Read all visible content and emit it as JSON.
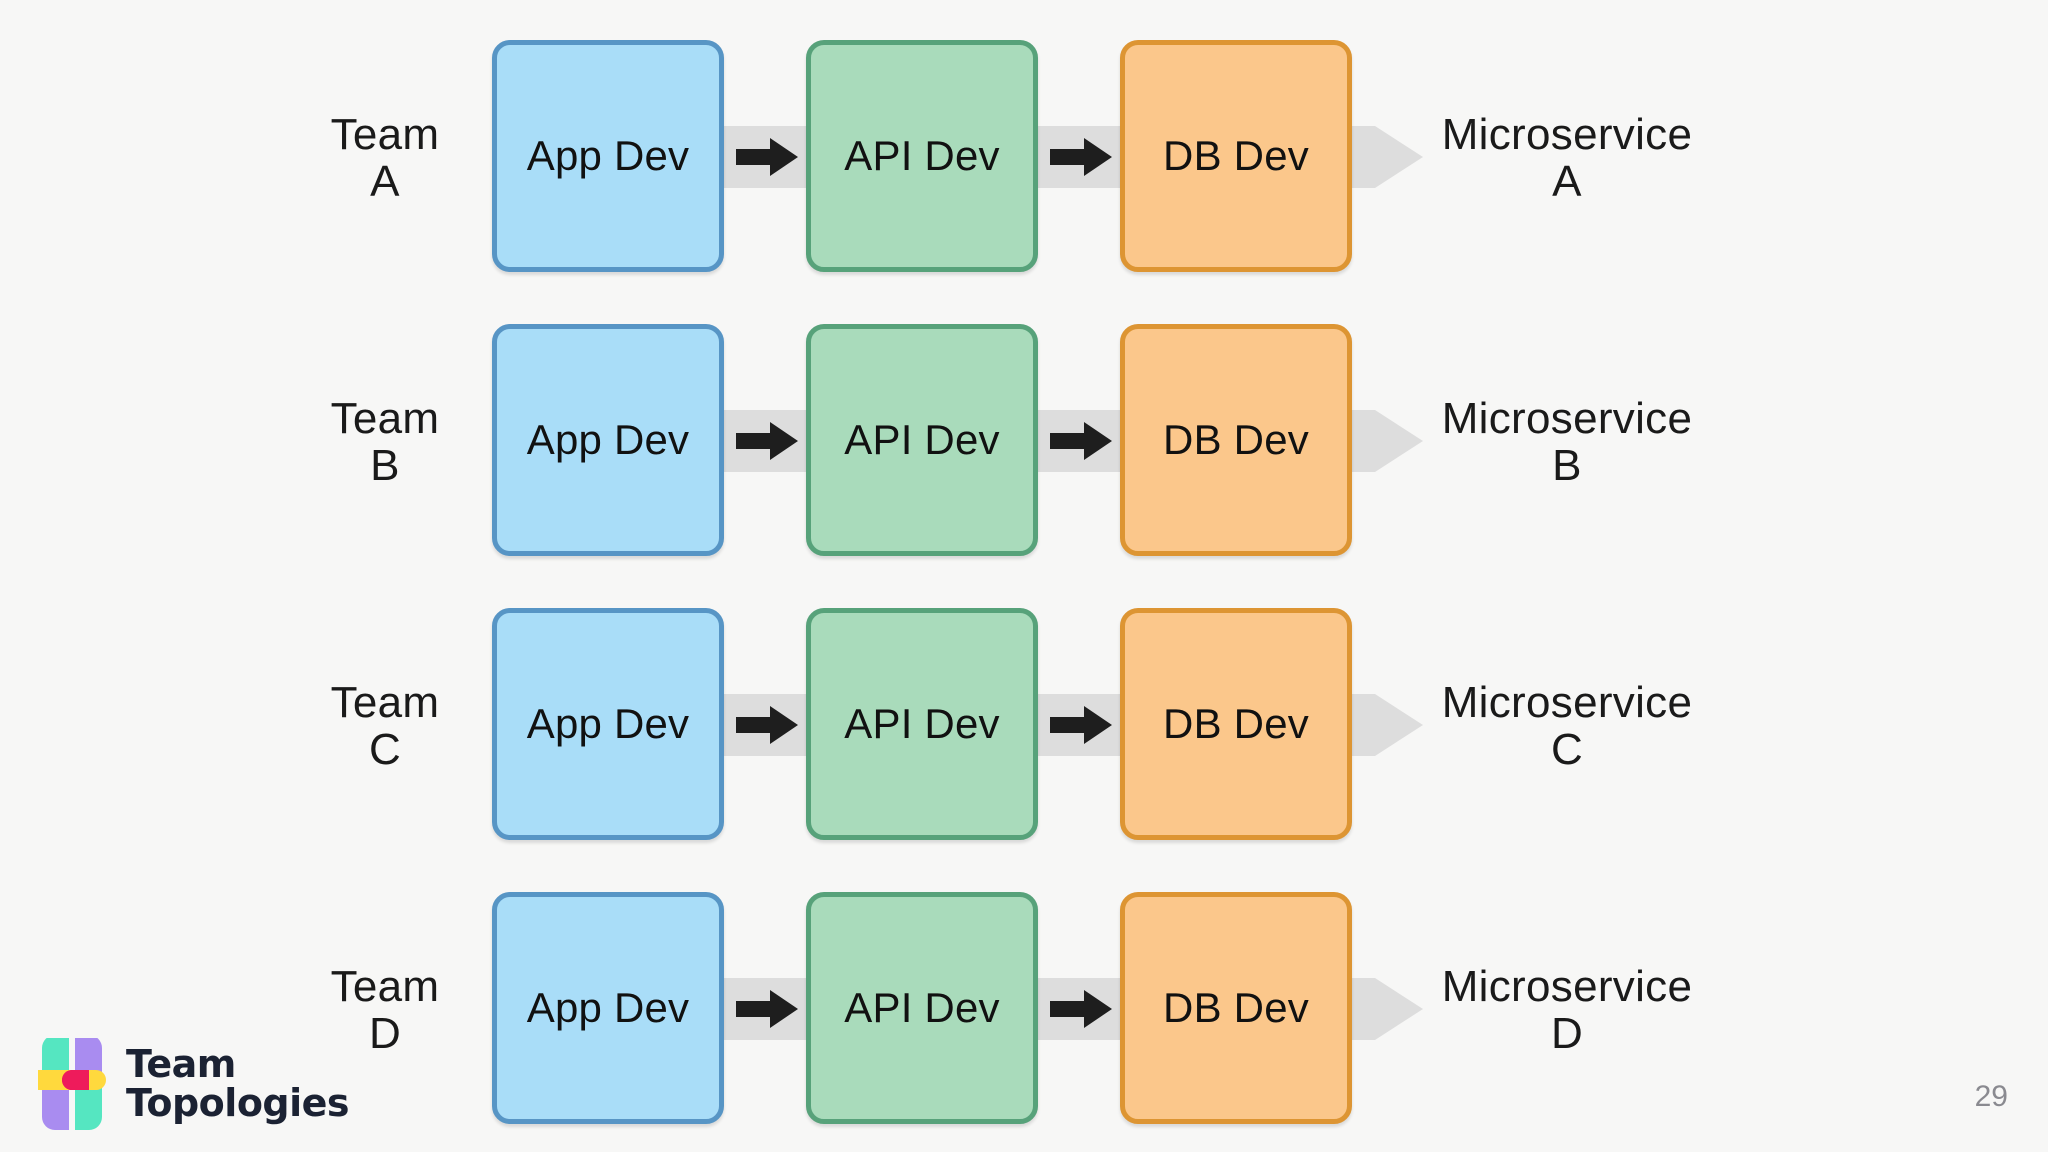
{
  "slide": {
    "background_color": "#F7F7F6",
    "page_number": "29"
  },
  "colors": {
    "app_fill": "#A9DDF8",
    "app_border": "#5795C5",
    "api_fill": "#A9DBBB",
    "api_border": "#57A27A",
    "db_fill": "#FBC78B",
    "db_border": "#DD9533",
    "band": "#DDDDDD",
    "arrow": "#1E1E1E",
    "text": "#1A1A1A",
    "page_number": "#8A8A90"
  },
  "stage_labels": {
    "app": "App Dev",
    "api": "API Dev",
    "db": "DB Dev"
  },
  "rows": [
    {
      "team_line1": "Team",
      "team_line2": "A",
      "stage_app": "App Dev",
      "stage_api": "API Dev",
      "stage_db": "DB Dev",
      "output_line1": "Microservice",
      "output_line2": "A"
    },
    {
      "team_line1": "Team",
      "team_line2": "B",
      "stage_app": "App Dev",
      "stage_api": "API Dev",
      "stage_db": "DB Dev",
      "output_line1": "Microservice",
      "output_line2": "B"
    },
    {
      "team_line1": "Team",
      "team_line2": "C",
      "stage_app": "App Dev",
      "stage_api": "API Dev",
      "stage_db": "DB Dev",
      "output_line1": "Microservice",
      "output_line2": "C"
    },
    {
      "team_line1": "Team",
      "team_line2": "D",
      "stage_app": "App Dev",
      "stage_api": "API Dev",
      "stage_db": "DB Dev",
      "output_line1": "Microservice",
      "output_line2": "D"
    }
  ],
  "logo": {
    "line1": "Team",
    "line2": "Topologies",
    "mark_colors": {
      "teal": "#55E6C1",
      "purple": "#A98CF0",
      "yellow": "#FFD93D",
      "pink": "#EE1B5B"
    }
  }
}
